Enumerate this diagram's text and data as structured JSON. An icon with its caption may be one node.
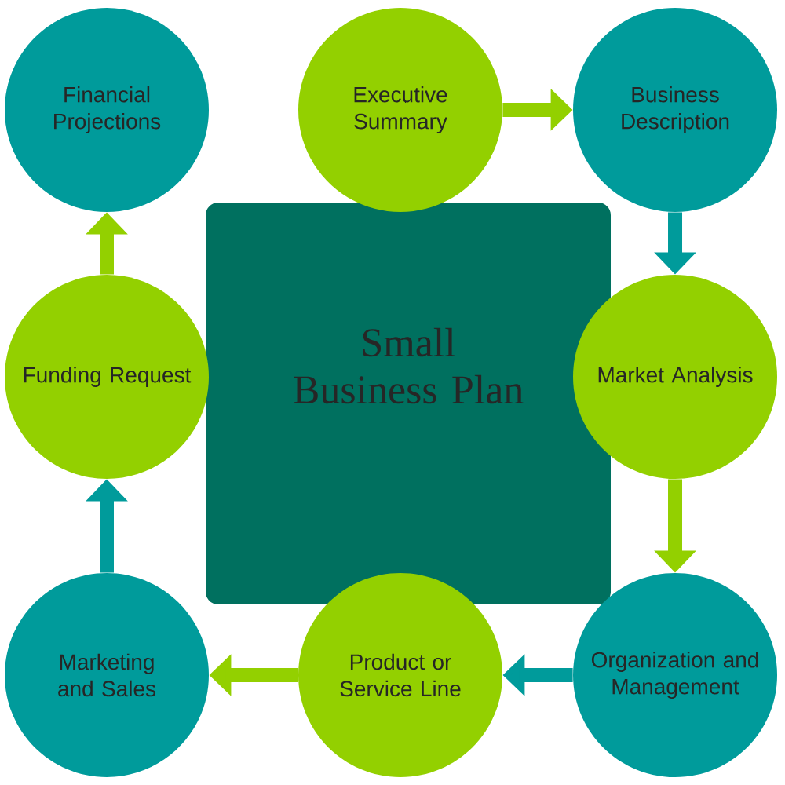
{
  "diagram": {
    "nodes": [
      {
        "text": [
          "Small Business Plan"
        ]
      },
      {
        "text": [
          "Financial Projections"
        ]
      },
      {
        "text": [
          "Executive Summary"
        ]
      },
      {
        "text": [
          "Business Description"
        ]
      },
      {
        "text": [
          "Funding Request"
        ]
      },
      {
        "text": [
          "Market Analysis"
        ]
      },
      {
        "text": [
          "Marketing and Sales"
        ]
      },
      {
        "text": [
          "Product or Service Line"
        ]
      },
      {
        "text": [
          "Organization and Management"
        ]
      }
    ],
    "edges": [
      {
        "from": 2,
        "to": 3,
        "arrow": "to"
      },
      {
        "from": 3,
        "to": 5,
        "arrow": "to",
        "color": "#009b9b"
      },
      {
        "from": 5,
        "to": 8,
        "arrow": "to"
      },
      {
        "from": 8,
        "to": 7,
        "arrow": "to",
        "color": "#009b9b"
      },
      {
        "from": 7,
        "to": 6,
        "arrow": "to"
      },
      {
        "from": 6,
        "to": 4,
        "arrow": "to",
        "color": "#009b9b"
      },
      {
        "from": 4,
        "to": 1,
        "arrow": "to"
      }
    ]
  }
}
